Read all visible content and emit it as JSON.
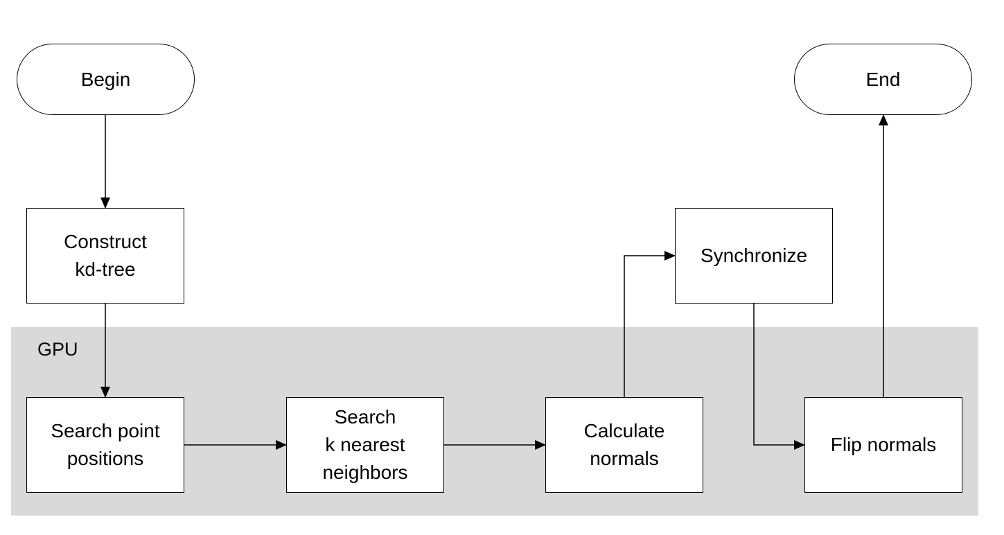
{
  "diagram": {
    "region_label": "GPU",
    "nodes": {
      "begin": "Begin",
      "end": "End",
      "construct_kdtree": "Construct\nkd-tree",
      "synchronize": "Synchronize",
      "search_point_positions": "Search point\npositions",
      "search_knn": "Search\nk nearest\nneighbors",
      "calculate_normals": "Calculate\nnormals",
      "flip_normals": "Flip normals"
    }
  }
}
